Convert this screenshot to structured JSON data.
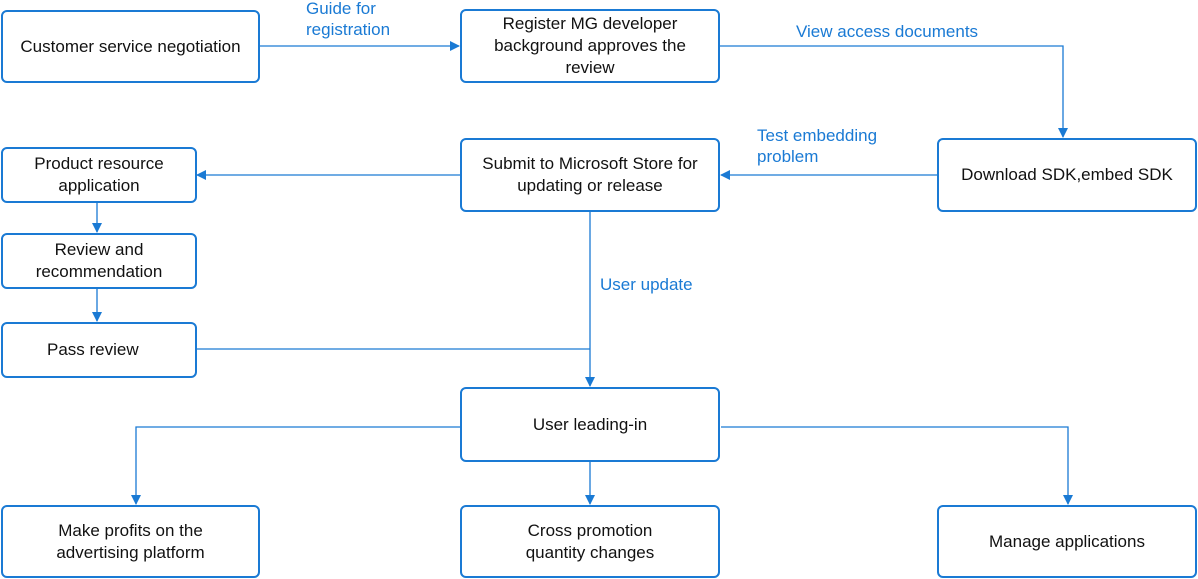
{
  "colors": {
    "accent": "#1a7ad4",
    "text": "#111111",
    "background": "#ffffff"
  },
  "nodes": {
    "customer_service": "Customer service negotiation",
    "register_mg": "Register MG developer background approves the review",
    "download_sdk": "Download SDK,embed SDK",
    "submit_store": "Submit to Microsoft Store for updating or release",
    "product_resource": "Product resource application",
    "review_recommendation": "Review and recommendation",
    "pass_review": "Pass review",
    "user_leading_in": "User leading-in",
    "make_profits": "Make profits on the advertising platform",
    "cross_promotion": "Cross promotion quantity changes",
    "manage_applications": "Manage applications"
  },
  "edge_labels": {
    "guide_registration": "Guide for\nregistration",
    "view_access": "View access documents",
    "test_embedding": "Test embedding\nproblem",
    "user_update": "User update"
  }
}
